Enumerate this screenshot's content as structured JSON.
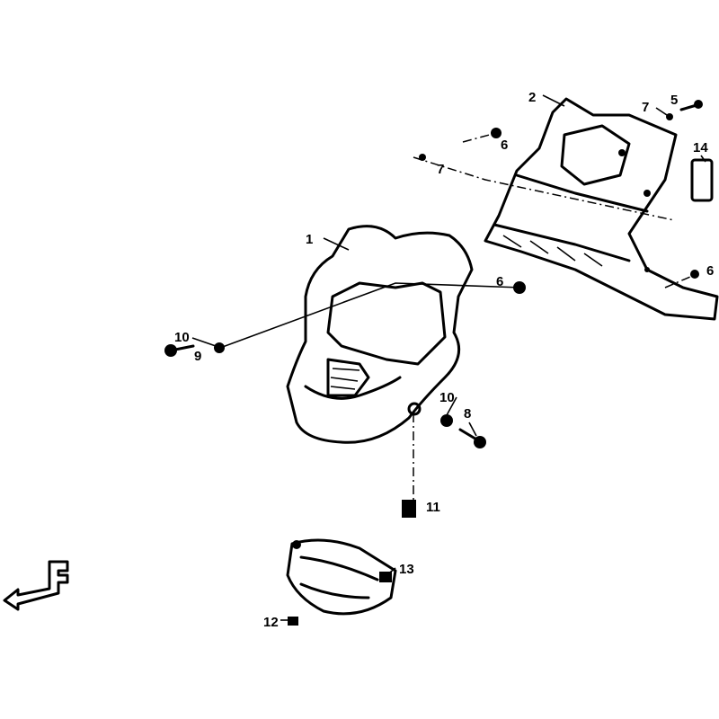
{
  "diagram": {
    "direction_marker": "F",
    "callouts": [
      {
        "id": "1",
        "label": "1"
      },
      {
        "id": "2",
        "label": "2"
      },
      {
        "id": "5",
        "label": "5"
      },
      {
        "id": "6a",
        "label": "6"
      },
      {
        "id": "6b",
        "label": "6"
      },
      {
        "id": "6c",
        "label": "6"
      },
      {
        "id": "7a",
        "label": "7"
      },
      {
        "id": "7b",
        "label": "7"
      },
      {
        "id": "8",
        "label": "8"
      },
      {
        "id": "9",
        "label": "9"
      },
      {
        "id": "10a",
        "label": "10"
      },
      {
        "id": "10b",
        "label": "10"
      },
      {
        "id": "11",
        "label": "11"
      },
      {
        "id": "12",
        "label": "12"
      },
      {
        "id": "13",
        "label": "13"
      },
      {
        "id": "14",
        "label": "14"
      }
    ]
  }
}
